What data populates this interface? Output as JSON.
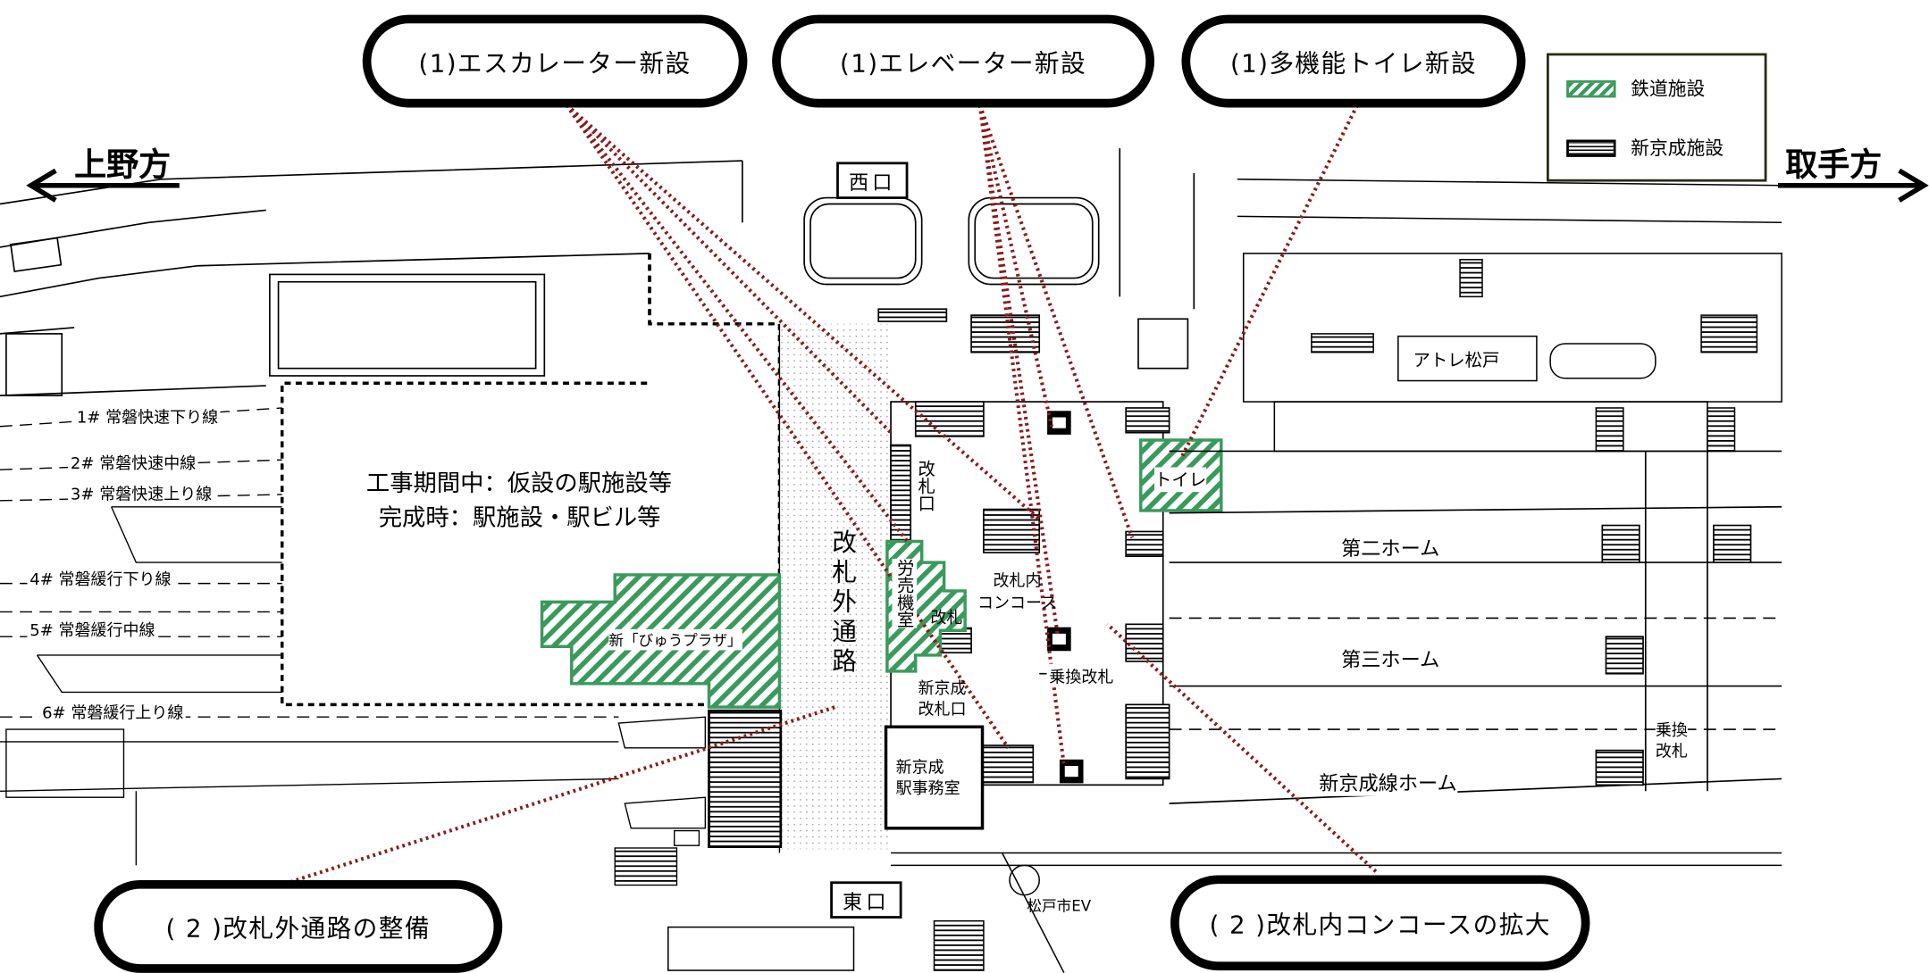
{
  "callouts": {
    "escalator": "(1)エスカレーター新設",
    "elevator": "(1)エレベーター新設",
    "toilet": "(1)多機能トイレ新設",
    "passage": "( 2 )改札外通路の整備",
    "concourse": "( 2 )改札内コンコースの拡大"
  },
  "legend": {
    "railway": "鉄道施設",
    "keisei": "新京成施設"
  },
  "directions": {
    "left": "上野方",
    "right": "取手方"
  },
  "exits": {
    "west": "西口",
    "east": "東口"
  },
  "tracks": [
    "1#  常磐快速下り線",
    "2#  常磐快速中線",
    "3#  常磐快速上り線",
    "4#  常磐緩行下り線",
    "5#  常磐緩行中線",
    "6#  常磐緩行上り線"
  ],
  "construction": {
    "line1": "工事期間中：仮設の駅施設等",
    "line2": "完成時：駅施設・駅ビル等"
  },
  "labels": {
    "viewplaza": "新「びゅうプラザ」",
    "passage": "改札外通路",
    "gate": "改札口",
    "office": "労売機室",
    "gate2": "改札",
    "concourse": "改札内\nコンコース",
    "transfer_gate": "乗換改札",
    "keisei_gate": "新京成\n改札口",
    "keisei_office": "新京成\n駅事務室",
    "toilet": "トイレ",
    "atre": "アトレ松戸",
    "home2": "第二ホーム",
    "home3": "第三ホーム",
    "keisei_home": "新京成線ホーム",
    "transfer_gate_right": "乗換\n改札",
    "city_ev": "松戸市EV"
  },
  "colors": {
    "railway": "#3a9a5c",
    "leader": "#8b1a1a"
  }
}
